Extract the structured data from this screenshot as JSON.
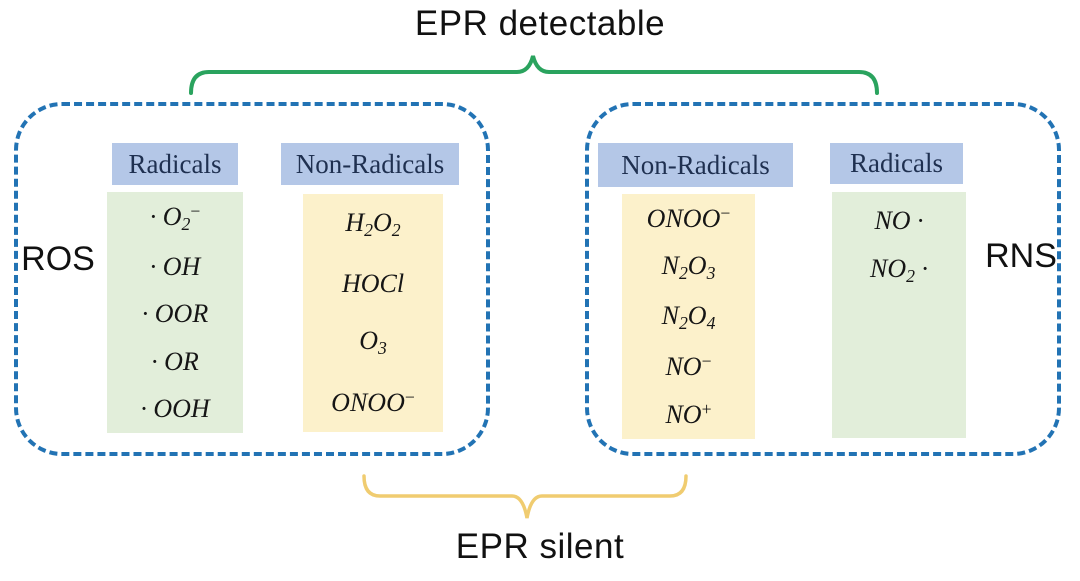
{
  "titles": {
    "top": "EPR detectable",
    "bottom": "EPR silent"
  },
  "colors": {
    "brace_top": "#2AA35E",
    "brace_bottom": "#F0CC70",
    "box_border": "#2273B4",
    "header_bg": "#B4C7E7",
    "green_panel": "#E2EEDA",
    "yellow_panel": "#FCF1CB"
  },
  "left_box": {
    "side_label": "ROS",
    "radicals": {
      "header": "Radicals",
      "items": [
        "· O_2^−",
        "· OH",
        "· OOR",
        "· OR",
        "· OOH"
      ]
    },
    "non_radicals": {
      "header": "Non-Radicals",
      "items": [
        "H_2O_2",
        "HOCl",
        "O_3",
        "ONOO^−"
      ]
    }
  },
  "right_box": {
    "side_label": "RNS",
    "non_radicals": {
      "header": "Non-Radicals",
      "items": [
        "ONOO^−",
        "N_2O_3",
        "N_2O_4",
        "NO^−",
        "NO^+"
      ]
    },
    "radicals": {
      "header": "Radicals",
      "items": [
        "NO ·",
        "NO_2 ·"
      ]
    }
  }
}
